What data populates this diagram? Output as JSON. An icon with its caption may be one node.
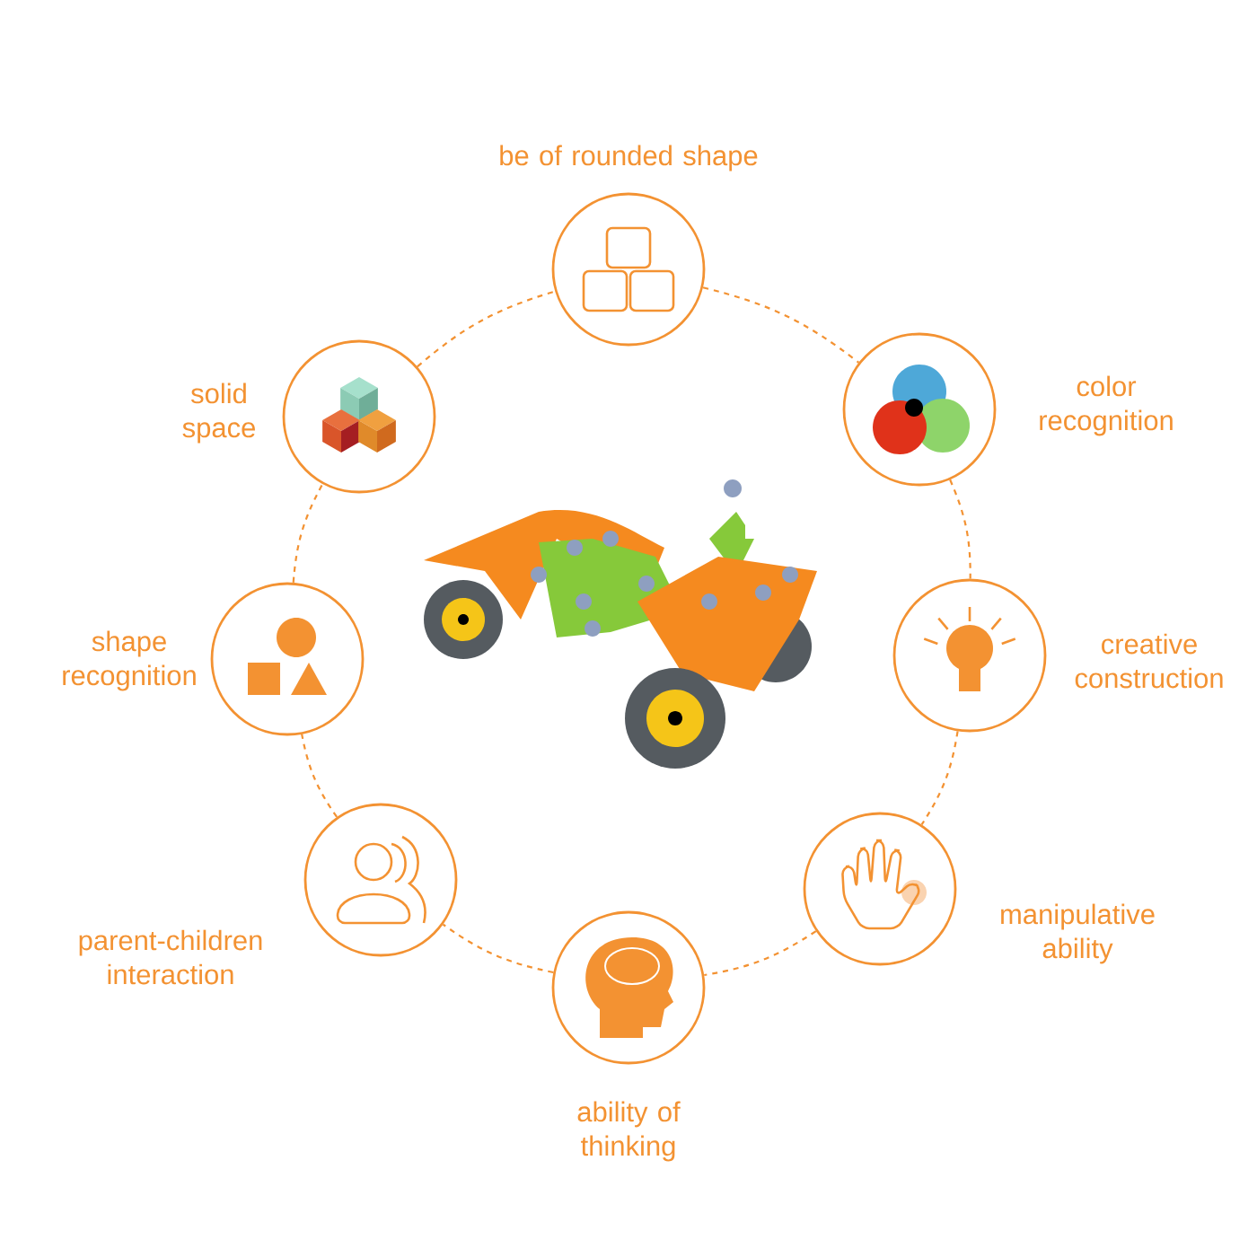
{
  "diagram": {
    "nodes": [
      {
        "text": [
          "be of rounded shape"
        ]
      },
      {
        "text": [
          "color recognition"
        ]
      },
      {
        "text": [
          "creative construction"
        ]
      },
      {
        "text": [
          "manipulative ability"
        ]
      },
      {
        "text": [
          "ability of thinking"
        ]
      },
      {
        "text": [
          "parent-children interaction"
        ]
      },
      {
        "text": [
          "shape recognition"
        ]
      },
      {
        "text": [
          "solid space"
        ]
      }
    ],
    "edges": [
      {
        "from": 0,
        "to": 1,
        "arrow": "none",
        "style": "dashed"
      },
      {
        "from": 1,
        "to": 2,
        "arrow": "none",
        "style": "dashed"
      },
      {
        "from": 2,
        "to": 3,
        "arrow": "none",
        "style": "dashed"
      },
      {
        "from": 3,
        "to": 4,
        "arrow": "none",
        "style": "dashed"
      },
      {
        "from": 4,
        "to": 5,
        "arrow": "none",
        "style": "dashed"
      },
      {
        "from": 5,
        "to": 6,
        "arrow": "none",
        "style": "dashed"
      },
      {
        "from": 6,
        "to": 7,
        "arrow": "none",
        "style": "dashed"
      },
      {
        "from": 7,
        "to": 0,
        "arrow": "none",
        "style": "dashed"
      }
    ]
  }
}
